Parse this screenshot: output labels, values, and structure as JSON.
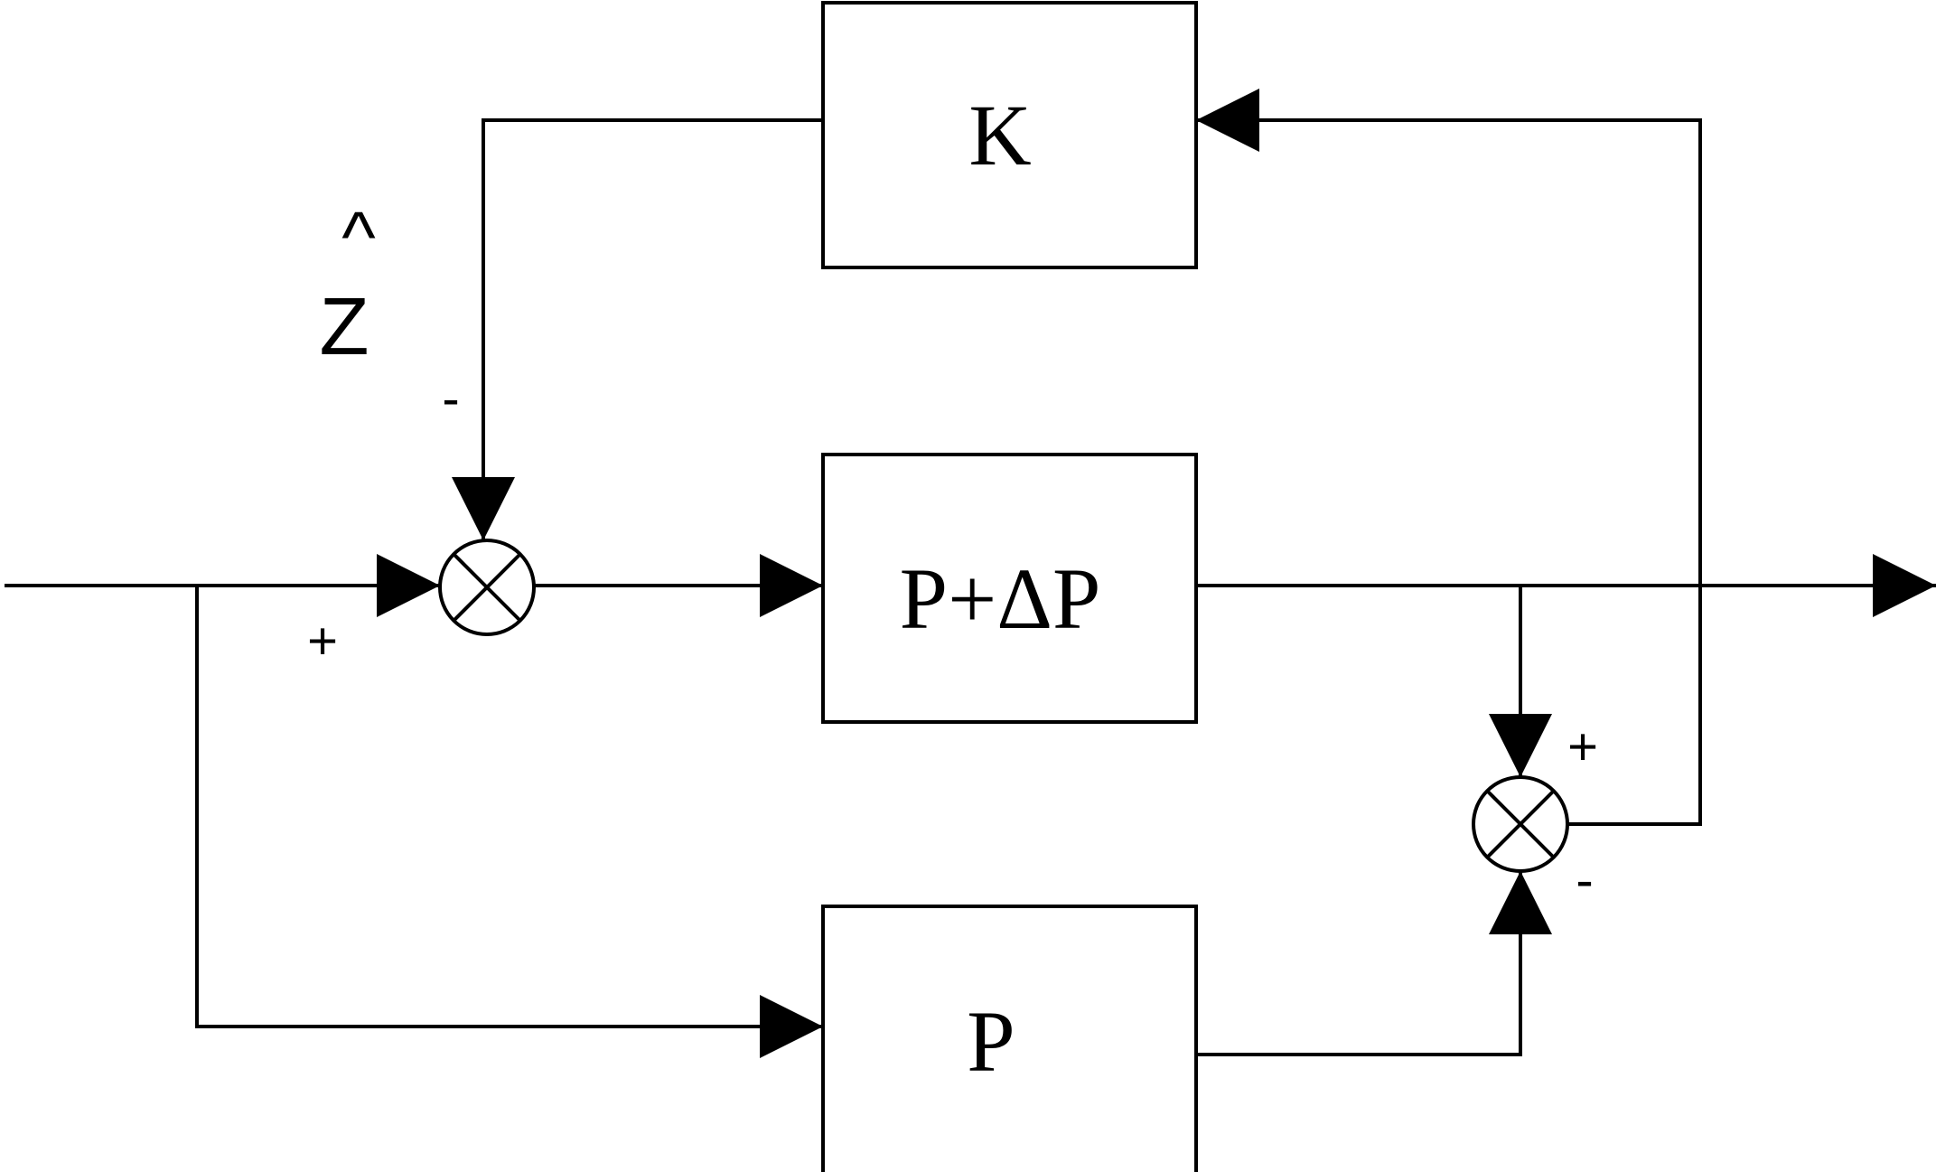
{
  "blocks": {
    "k": "K",
    "p_delta": "P+ΔP",
    "p": "P"
  },
  "signals": {
    "z_hat": "Z",
    "hat": "^"
  },
  "signs": {
    "left_input": "+",
    "left_feedback": "-",
    "right_top": "+",
    "right_bottom": "-"
  },
  "icons": {
    "summing_junction": "circle-cross-icon",
    "arrowhead": "filled-triangle-arrow-icon"
  },
  "colors": {
    "stroke": "#000000",
    "background": "#ffffff"
  }
}
